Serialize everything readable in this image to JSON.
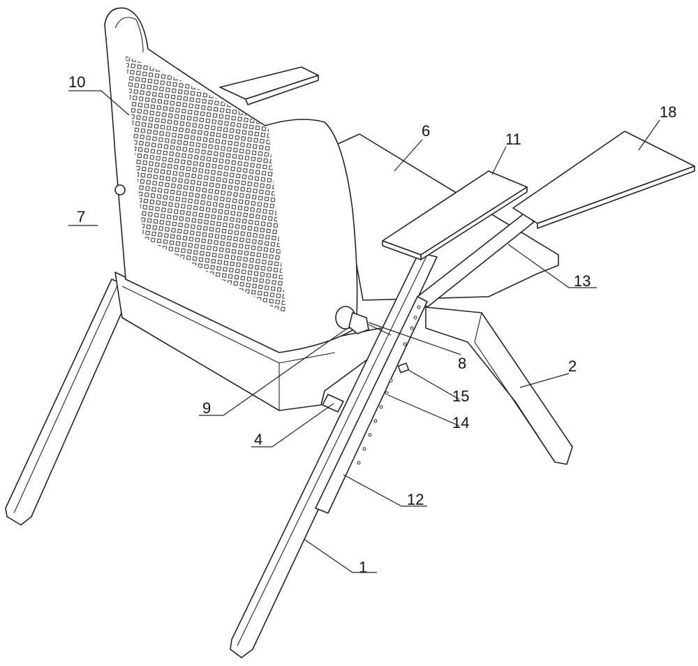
{
  "figure": {
    "type": "patent drawing - chair with adjustable writing boards",
    "labels": {
      "l1": "1",
      "l2": "2",
      "l4": "4",
      "l6": "6",
      "l7": "7",
      "l8": "8",
      "l9": "9",
      "l10": "10",
      "l11": "11",
      "l12": "12",
      "l13": "13",
      "l14": "14",
      "l15": "15",
      "l18": "18"
    }
  }
}
